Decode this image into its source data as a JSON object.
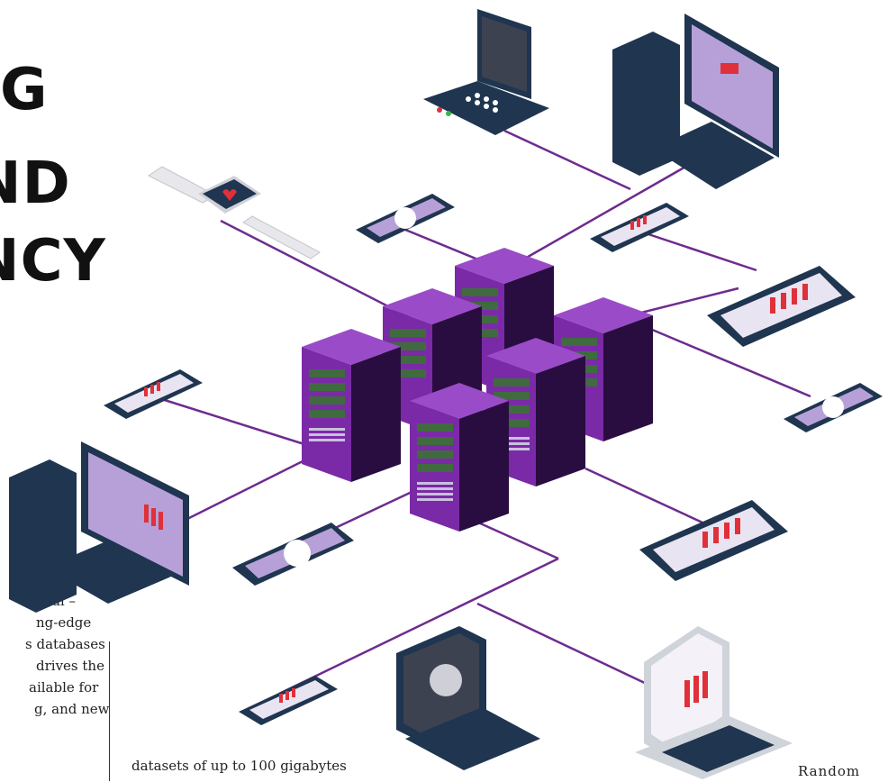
{
  "headline": {
    "line1": "G",
    "line2": "ND",
    "line3": "NCY"
  },
  "body_text": {
    "line1": "al –",
    "line2": "ng-edge",
    "line3": "s databases",
    "line4": "drives the",
    "line5": "ailable for",
    "line6": "g, and new"
  },
  "caption": "datasets of up to 100 gigabytes",
  "side_caption": "Random",
  "colors": {
    "server_purple": "#7a2aa6",
    "server_dark": "#2a0d40",
    "network_line": "#6d2c8e",
    "device_navy": "#1f3550",
    "chart_red": "#e0303a",
    "screen_lilac": "#b7a0d8"
  },
  "illustration": {
    "servers": [
      "server-rack",
      "server-rack",
      "server-rack",
      "server-rack",
      "server-rack",
      "server-rack"
    ],
    "devices": [
      "smartwatch",
      "laptop-ultrasound",
      "desktop-ecg",
      "phone-nurse",
      "phone-chart",
      "tablet-chart",
      "phone-nurse",
      "desktop-records",
      "phone-chart",
      "phone-nurse",
      "tablet-chart",
      "phone-chart",
      "laptop-brain-scan",
      "laptop-chart"
    ]
  }
}
